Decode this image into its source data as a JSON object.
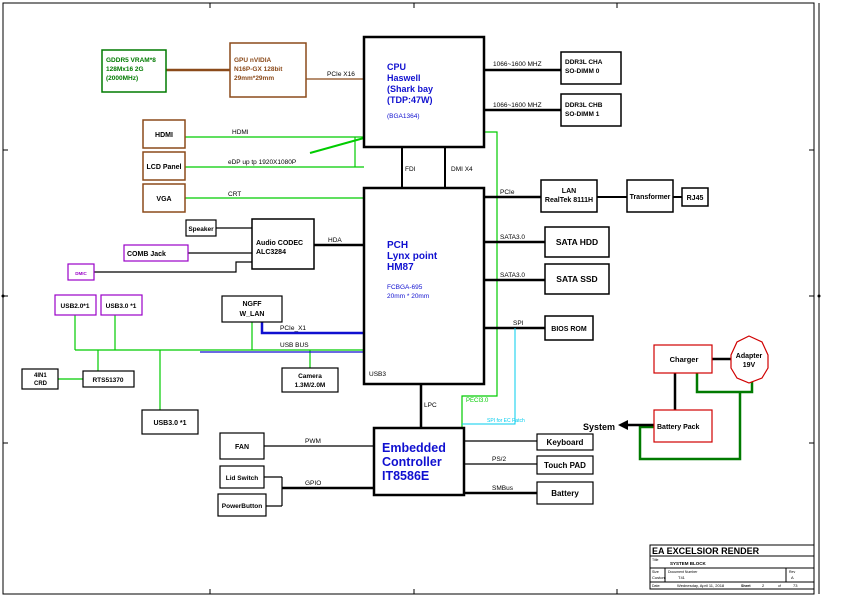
{
  "colors": {
    "black": "#000000",
    "green": "#00cc00",
    "darkgreen": "#007a00",
    "brown": "#8b4a1a",
    "blue": "#1010d0",
    "purple": "#9a00c8",
    "red": "#d00000",
    "cyan": "#00ccee"
  },
  "blocks": {
    "gddr5": [
      "GDDR5  VRAM*8",
      "128Mx16 2G",
      "(2000MHz)"
    ],
    "gpu": [
      "GPU nVIDIA",
      "N16P-GX 128bit",
      "29mm*29mm"
    ],
    "cpu": [
      "CPU",
      "Haswell",
      "(Shark bay",
      "(TDP:47W)"
    ],
    "cpu_pkg": "(BGA1364)",
    "ddr_a": [
      "DDR3L CHA",
      "SO-DIMM 0"
    ],
    "ddr_b": [
      "DDR3L CHB",
      "SO-DIMM 1"
    ],
    "hdmi": "HDMI",
    "lcd": "LCD Panel",
    "vga": "VGA",
    "speaker": "Speaker",
    "comb_jack": "COMB Jack",
    "dmic": "DMIC",
    "audio": [
      "Audio CODEC",
      "ALC3284"
    ],
    "pch": [
      "PCH",
      "Lynx point",
      "HM87"
    ],
    "pch_pkg": [
      "FCBGA-695",
      "20mm * 20mm"
    ],
    "lan": [
      "LAN",
      "RealTek 8111H"
    ],
    "transformer": "Transformer",
    "rj45": "RJ45",
    "sata_hdd": "SATA HDD",
    "sata_ssd": "SATA SSD",
    "bios": "BIOS ROM",
    "usb2": "USB2.0*1",
    "usb3a": "USB3.0 *1",
    "ngff": [
      "NGFF",
      "W_LAN"
    ],
    "card": [
      "4IN1",
      "CRD"
    ],
    "rts": "RTS51370",
    "camera": [
      "Camera",
      "1.3M/2.0M"
    ],
    "usb3b": "USB3.0 *1",
    "fan": "FAN",
    "lid": "Lid Switch",
    "power": "PowerButton",
    "ec": [
      "Embedded",
      "Controller",
      "IT8586E"
    ],
    "keyboard": "Keyboard",
    "touchpad": "Touch PAD",
    "battery": "Battery",
    "charger": "Charger",
    "adapter": [
      "Adapter",
      "19V"
    ],
    "battery_pack": "Battery Pack",
    "system": "System"
  },
  "buses": {
    "pcie_x16": "PCIe X16",
    "mhz_a": "1066~1600 MHZ",
    "mhz_b": "1066~1600 MHZ",
    "hdmi": "HDMI",
    "edp": "eDP up tp 1920X1080P",
    "crt": "CRT",
    "fdi": "FDI",
    "dmi": "DMI X4",
    "pcie": "PCIe",
    "hda": "HDA",
    "sata_a": "SATA3.0",
    "sata_b": "SATA3.0",
    "spi": "SPI",
    "pcie_x1": "PCIe_X1",
    "usb_bus": "USB BUS",
    "usb3": "USB3",
    "lpc": "LPC",
    "peci": "PECI3.0",
    "spi_ec": "SPI for EC Patch",
    "pwm": "PWM",
    "ps2": "PS/2",
    "gpio": "GPIO",
    "smbus": "SMBus"
  },
  "title_block": {
    "company": "EA EXCELSIOR RENDER",
    "title_label": "Title",
    "title": "SYSTEM BLOCK",
    "size_label": "Size",
    "size": "Custom",
    "docnum_label": "Document Number",
    "docnum": "T41",
    "rev_label": "Rev",
    "rev": "A",
    "date_label": "Date:",
    "date": "Wednesday, April 11, 2018",
    "sheet_label": "Sheet",
    "sheet": "2",
    "of_label": "of",
    "of": "73"
  }
}
